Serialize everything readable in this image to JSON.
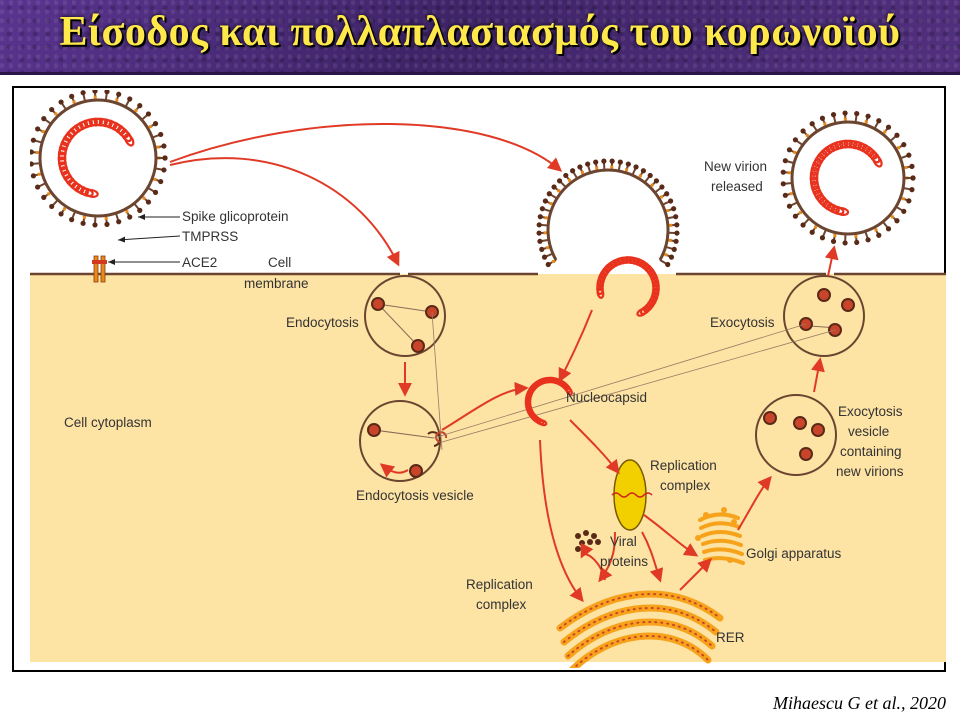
{
  "header": {
    "title": "Είσοδος και πολλαπλασιασμός του κορωνοϊού"
  },
  "citation": "Mihaescu G et al., 2020",
  "labels": {
    "spike": "Spike glicoprotein",
    "tmprss": "TMPRSS",
    "ace2": "ACE2",
    "cell_membrane_1": "Cell",
    "cell_membrane_2": "membrane",
    "endocytosis": "Endocytosis",
    "cell_cytoplasm": "Cell cytoplasm",
    "endocytosis_vesicle": "Endocytosis vesicle",
    "nucleocapsid": "Nucleocapsid",
    "replication_complex_1a": "Replication",
    "replication_complex_1b": "complex",
    "viral_proteins_1": "Viral",
    "viral_proteins_2": "proteins",
    "replication_complex_2a": "Replication",
    "replication_complex_2b": "complex",
    "rer": "RER",
    "golgi": "Golgi apparatus",
    "exocytosis": "Exocytosis",
    "exo_vesicle_1": "Exocytosis",
    "exo_vesicle_2": "vesicle",
    "exo_vesicle_3": "containing",
    "exo_vesicle_4": "new virions",
    "new_virion_1": "New virion",
    "new_virion_2": "released"
  },
  "colors": {
    "banner": "#4a2b78",
    "title": "#ffe94a",
    "cytoplasm": "#fde3a4",
    "membrane": "#6b4530",
    "rna": "#e8321e",
    "arrow": "#e03a26",
    "golgi": "#f7a21b",
    "replication_complex": "#f2d000"
  }
}
